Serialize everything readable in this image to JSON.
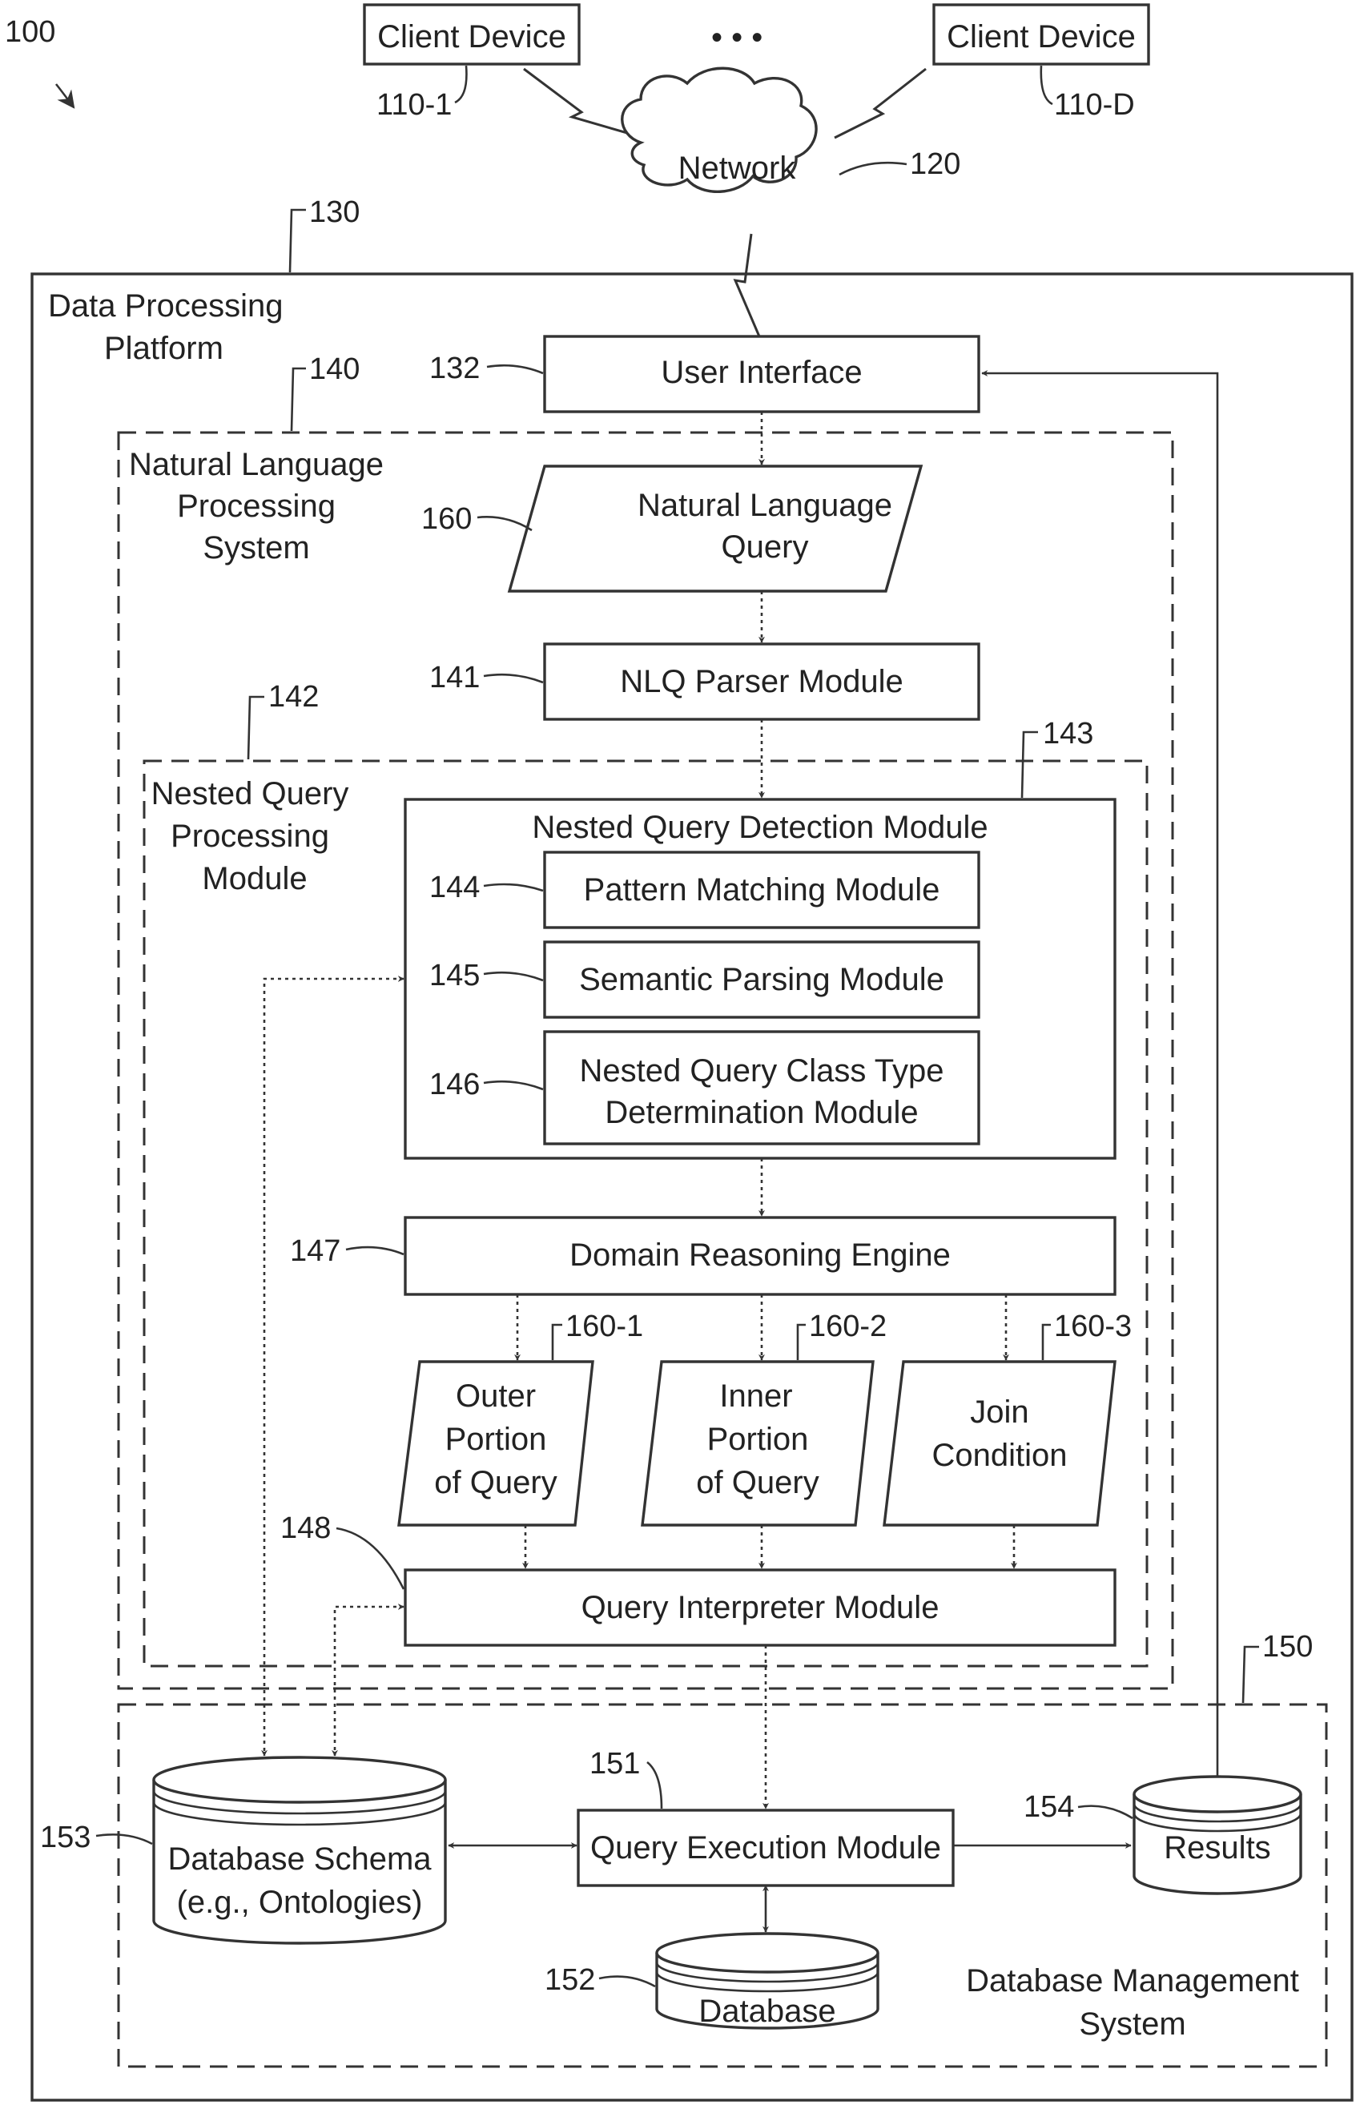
{
  "figure_ref": "100",
  "client_left": {
    "label": "Client Device",
    "ref": "110-1"
  },
  "client_right": {
    "label": "Client Device",
    "ref": "110-D"
  },
  "ellipsis": "• • •",
  "network": {
    "label": "Network",
    "ref": "120"
  },
  "platform": {
    "label_line1": "Data Processing",
    "label_line2": "Platform",
    "ref": "130"
  },
  "user_interface": {
    "label": "User Interface",
    "ref": "132"
  },
  "nlp_system": {
    "label_line1": "Natural Language",
    "label_line2": "Processing",
    "label_line3": "System",
    "ref": "140"
  },
  "nl_query": {
    "label_line1": "Natural Language",
    "label_line2": "Query",
    "ref": "160"
  },
  "nlq_parser": {
    "label": "NLQ Parser Module",
    "ref": "141"
  },
  "nested_processing": {
    "label_line1": "Nested Query",
    "label_line2": "Processing",
    "label_line3": "Module",
    "ref": "142"
  },
  "detection_module": {
    "label": "Nested Query Detection Module",
    "ref": "143"
  },
  "pattern_matching": {
    "label": "Pattern Matching Module",
    "ref": "144"
  },
  "semantic_parsing": {
    "label": "Semantic Parsing Module",
    "ref": "145"
  },
  "class_type": {
    "label_line1": "Nested Query Class Type",
    "label_line2": "Determination Module",
    "ref": "146"
  },
  "domain_reasoning": {
    "label": "Domain Reasoning Engine",
    "ref": "147"
  },
  "outer_portion": {
    "label_line1": "Outer",
    "label_line2": "Portion",
    "label_line3": "of Query",
    "ref": "160-1"
  },
  "inner_portion": {
    "label_line1": "Inner",
    "label_line2": "Portion",
    "label_line3": "of Query",
    "ref": "160-2"
  },
  "join_condition": {
    "label_line1": "Join",
    "label_line2": "Condition",
    "ref": "160-3"
  },
  "query_interpreter": {
    "label": "Query Interpreter Module",
    "ref": "148"
  },
  "dbms": {
    "label_line1": "Database Management",
    "label_line2": "System",
    "ref": "150"
  },
  "query_execution": {
    "label": "Query Execution Module",
    "ref": "151"
  },
  "database": {
    "label": "Database",
    "ref": "152"
  },
  "schema": {
    "label_line1": "Database Schema",
    "label_line2": "(e.g., Ontologies)",
    "ref": "153"
  },
  "results": {
    "label": "Results",
    "ref": "154"
  }
}
